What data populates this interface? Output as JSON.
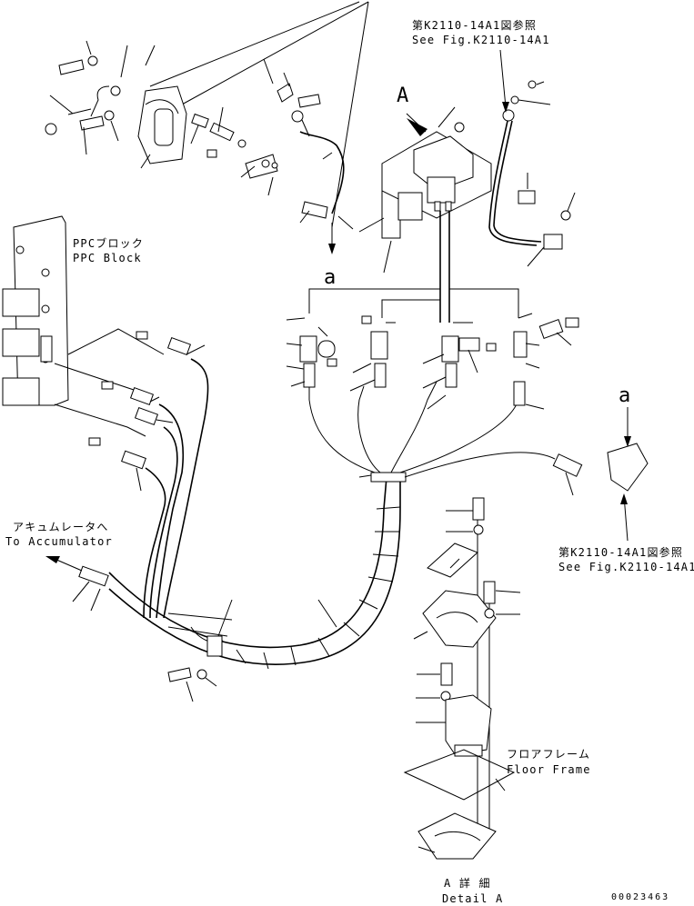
{
  "labels": {
    "ref_top_jp": "第K2110-14A1図参照",
    "ref_top_en": "See Fig.K2110-14A1",
    "view_a_top": "A",
    "ppc_block_jp": "PPCブロック",
    "ppc_block_en": "PPC Block",
    "marker_a_left": "a",
    "marker_a_right": "a",
    "accumulator_jp": "アキュムレータへ",
    "accumulator_en": "To Accumulator",
    "ref_right_jp": "第K2110-14A1図参照",
    "ref_right_en": "See Fig.K2110-14A1",
    "floor_frame_jp": "フロアフレーム",
    "floor_frame_en": "Floor Frame",
    "detail_a_jp": "A 詳 細",
    "detail_a_en": "Detail A",
    "drawing_number": "00023463"
  }
}
